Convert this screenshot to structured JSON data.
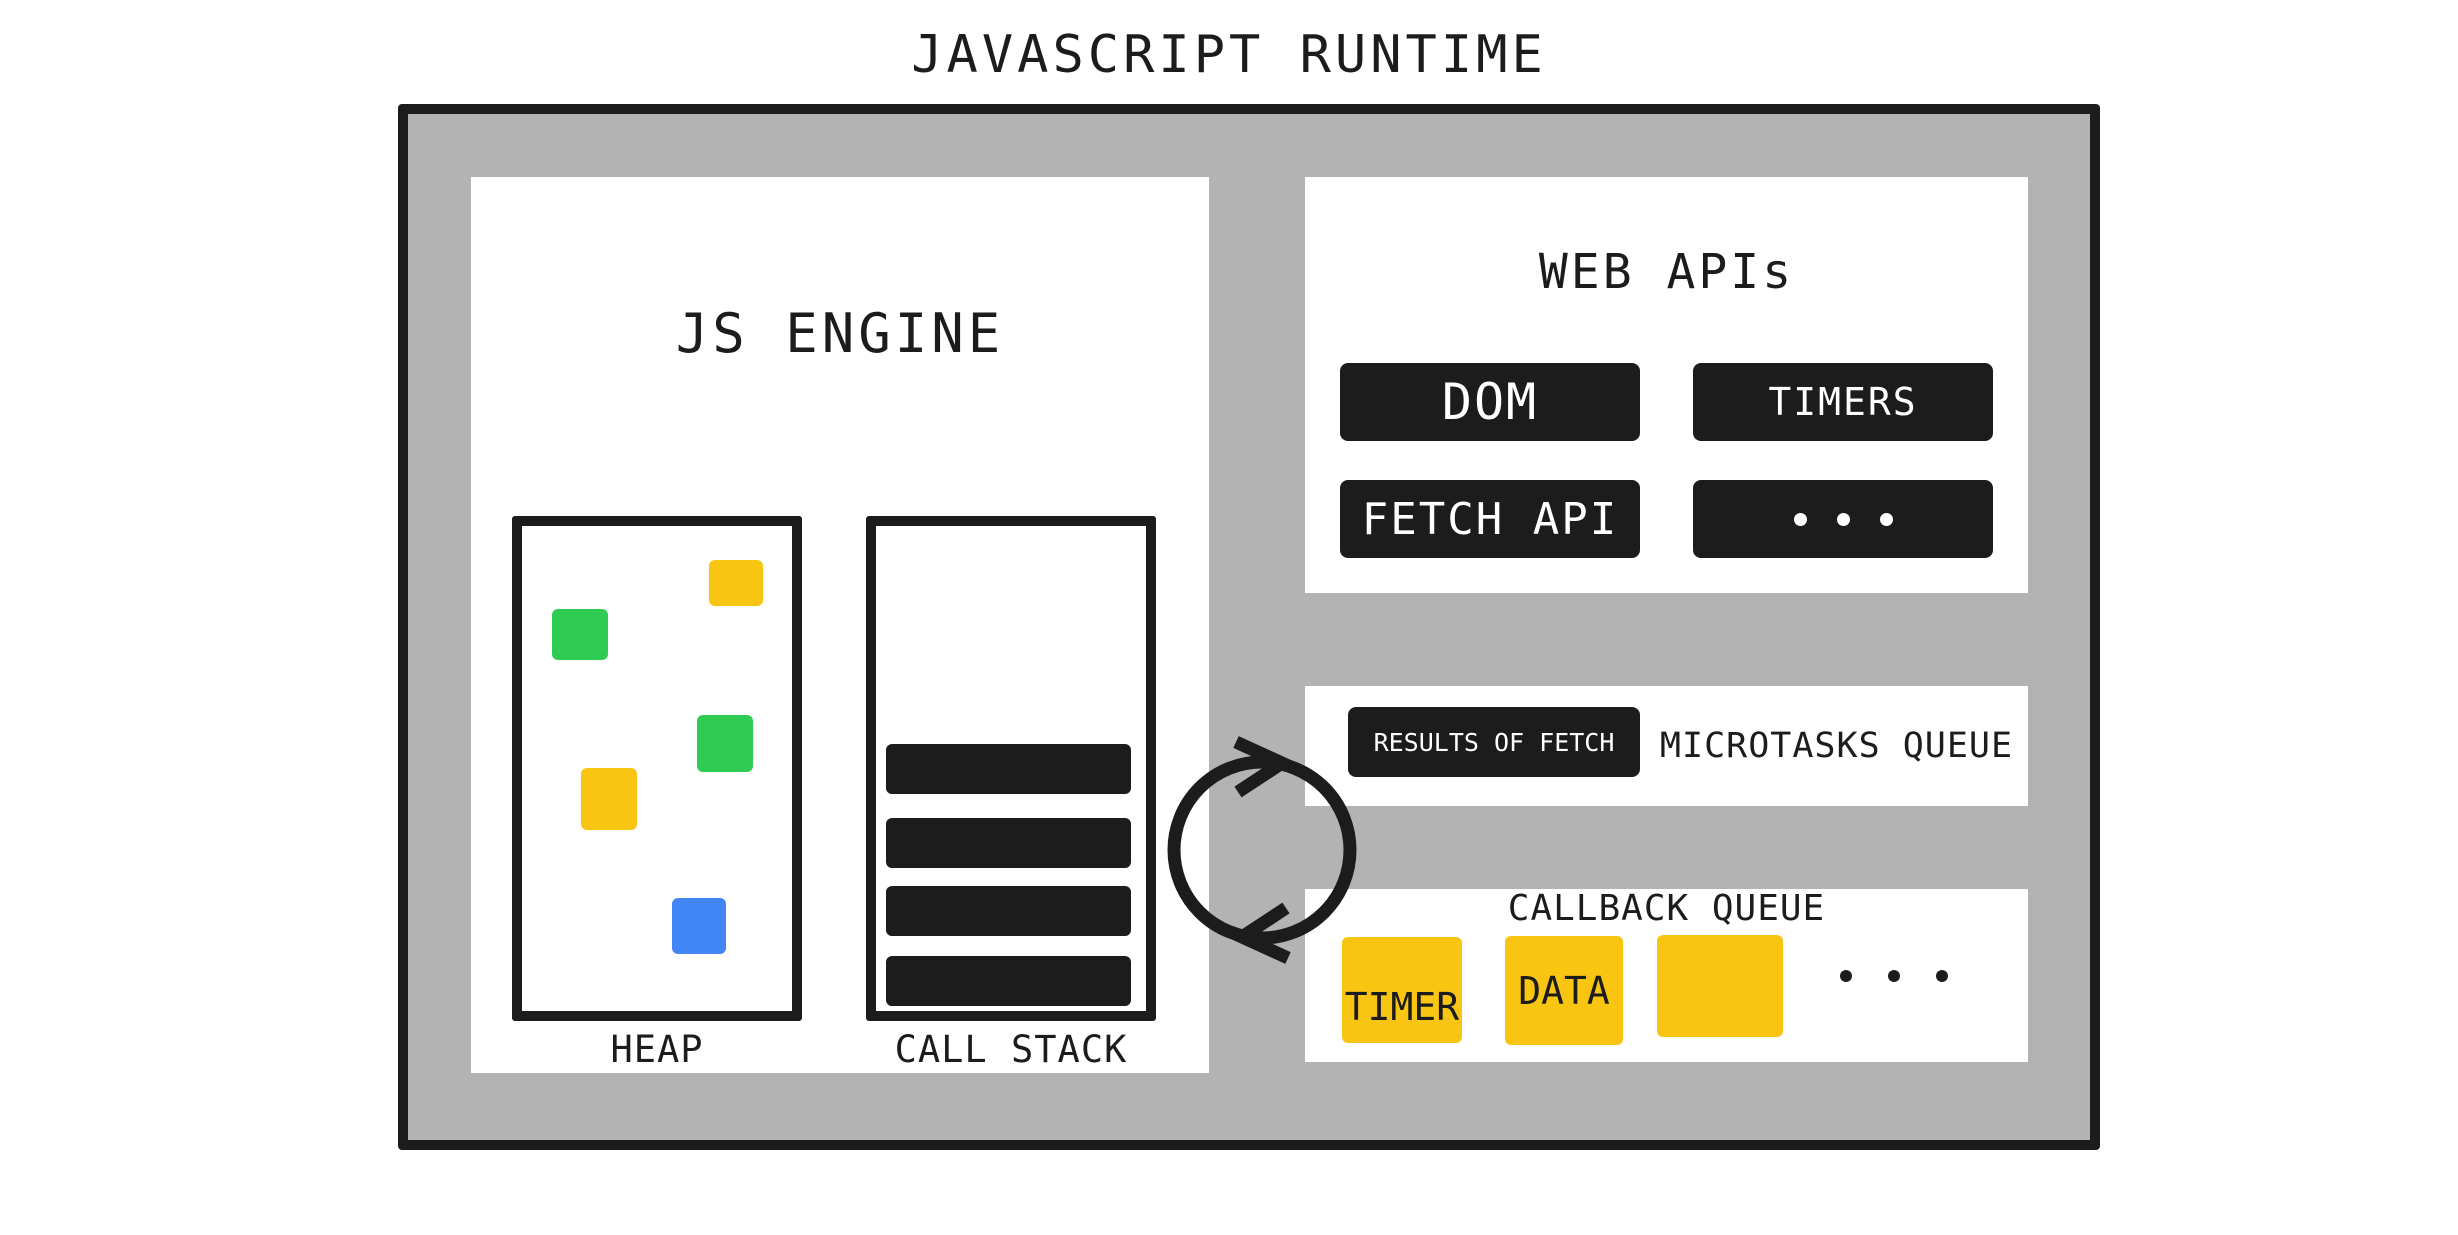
{
  "title": "JAVASCRIPT RUNTIME",
  "colors": {
    "ink": "#1C1C1C",
    "container_bg": "#B3B3B3",
    "yellow": "#F8C513",
    "green": "#2FCB53",
    "blue": "#4285F4",
    "paper": "#FFFFFF"
  },
  "runtime": {
    "js_engine": {
      "title": "JS ENGINE",
      "heap": {
        "label": "HEAP",
        "squares": [
          {
            "color": "#F8C513"
          },
          {
            "color": "#2FCB53"
          },
          {
            "color": "#2FCB53"
          },
          {
            "color": "#F8C513"
          },
          {
            "color": "#4285F4"
          }
        ]
      },
      "call_stack": {
        "label": "CALL STACK",
        "frame_count": 4
      }
    },
    "web_apis": {
      "title": "WEB APIs",
      "buttons": {
        "dom": "DOM",
        "timers": "TIMERS",
        "fetch": "FETCH API"
      }
    },
    "microtasks_queue": {
      "title": "MICROTASKS QUEUE",
      "item": "RESULTS OF FETCH"
    },
    "callback_queue": {
      "title": "CALLBACK QUEUE",
      "items": [
        {
          "label": "TIMER",
          "color": "#F8C513"
        },
        {
          "label": "DATA",
          "color": "#F8C513"
        },
        {
          "label": "",
          "color": "#F8C513"
        }
      ]
    }
  }
}
